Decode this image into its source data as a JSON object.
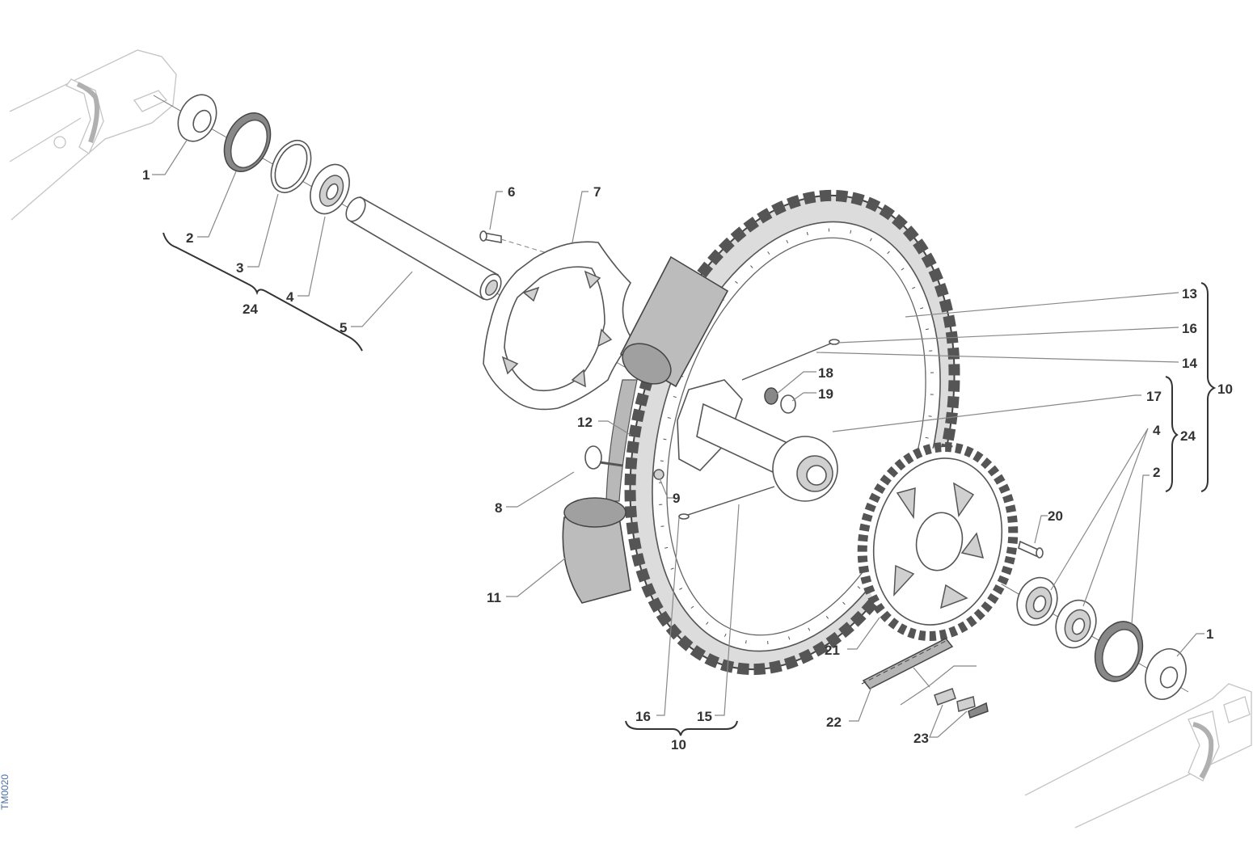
{
  "diagram": {
    "drawing_code": "TM0020",
    "callouts": [
      {
        "id": "c1a",
        "text": "1"
      },
      {
        "id": "c2a",
        "text": "2"
      },
      {
        "id": "c3",
        "text": "3"
      },
      {
        "id": "c4a",
        "text": "4"
      },
      {
        "id": "c24a",
        "text": "24"
      },
      {
        "id": "c5",
        "text": "5"
      },
      {
        "id": "c6",
        "text": "6"
      },
      {
        "id": "c7",
        "text": "7"
      },
      {
        "id": "c8",
        "text": "8"
      },
      {
        "id": "c9",
        "text": "9"
      },
      {
        "id": "c10a",
        "text": "10"
      },
      {
        "id": "c10b",
        "text": "10"
      },
      {
        "id": "c11",
        "text": "11"
      },
      {
        "id": "c12",
        "text": "12"
      },
      {
        "id": "c13",
        "text": "13"
      },
      {
        "id": "c14",
        "text": "14"
      },
      {
        "id": "c15",
        "text": "15"
      },
      {
        "id": "c16a",
        "text": "16"
      },
      {
        "id": "c16b",
        "text": "16"
      },
      {
        "id": "c17",
        "text": "17"
      },
      {
        "id": "c18",
        "text": "18"
      },
      {
        "id": "c19",
        "text": "19"
      },
      {
        "id": "c20",
        "text": "20"
      },
      {
        "id": "c21",
        "text": "21"
      },
      {
        "id": "c22",
        "text": "22"
      },
      {
        "id": "c23",
        "text": "23"
      },
      {
        "id": "c24b",
        "text": "24"
      },
      {
        "id": "c4b",
        "text": "4"
      },
      {
        "id": "c2b",
        "text": "2"
      },
      {
        "id": "c1b",
        "text": "1"
      }
    ]
  }
}
